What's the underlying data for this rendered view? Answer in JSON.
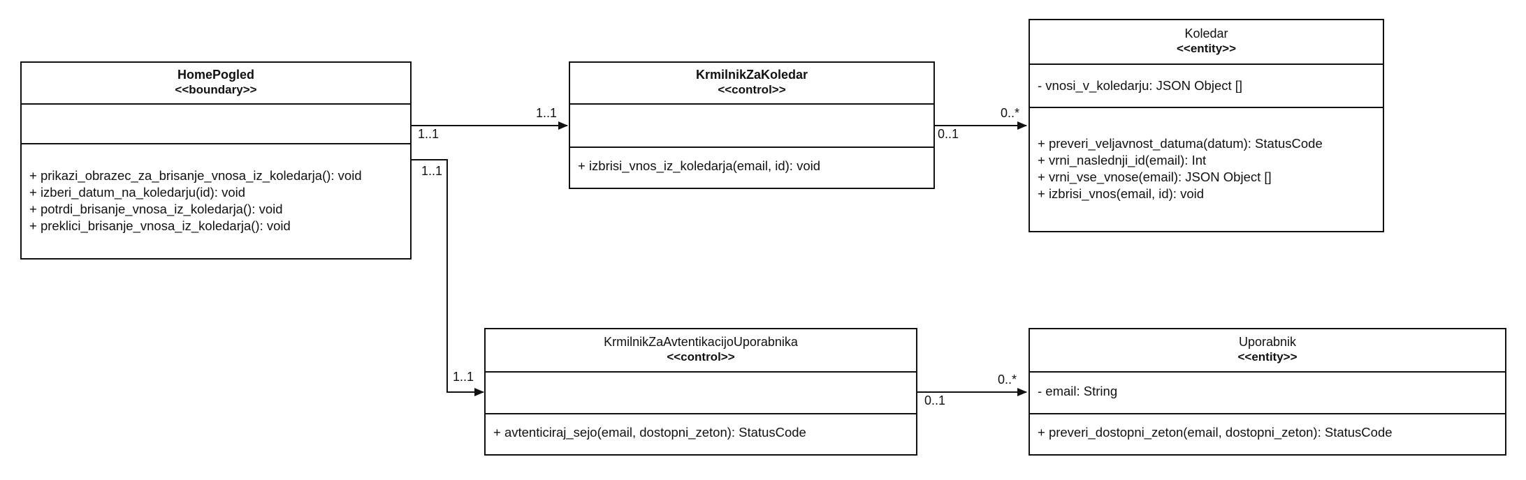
{
  "classes": {
    "home": {
      "name": "HomePogled",
      "stereotype": "<<boundary>>",
      "attributes": [],
      "operations": [
        "+ prikazi_obrazec_za_brisanje_vnosa_iz_koledarja(): void",
        "+ izberi_datum_na_koledarju(id): void",
        "+ potrdi_brisanje_vnosa_iz_koledarja(): void",
        "+ preklici_brisanje_vnosa_iz_koledarja(): void"
      ]
    },
    "krmilnik_koledar": {
      "name": "KrmilnikZaKoledar",
      "stereotype": "<<control>>",
      "attributes": [],
      "operations": [
        "+ izbrisi_vnos_iz_koledarja(email, id): void"
      ]
    },
    "koledar": {
      "name": "Koledar",
      "stereotype": "<<entity>>",
      "attributes": [
        "- vnosi_v_koledarju: JSON Object []"
      ],
      "operations": [
        "+ preveri_veljavnost_datuma(datum): StatusCode",
        "+ vrni_naslednji_id(email): Int",
        "+ vrni_vse_vnose(email): JSON Object []",
        "+ izbrisi_vnos(email, id): void"
      ]
    },
    "krmilnik_avt": {
      "name": "KrmilnikZaAvtentikacijoUporabnika",
      "stereotype": "<<control>>",
      "attributes": [],
      "operations": [
        "+ avtenticiraj_sejo(email, dostopni_zeton): StatusCode"
      ]
    },
    "uporabnik": {
      "name": "Uporabnik",
      "stereotype": "<<entity>>",
      "attributes": [
        "- email: String"
      ],
      "operations": [
        "+ preveri_dostopni_zeton(email, dostopni_zeton): StatusCode"
      ]
    }
  },
  "associations": {
    "home_koledarctl": {
      "source_mult": "1..1",
      "target_mult": "1..1"
    },
    "koledarctl_koledar": {
      "source_mult": "0..1",
      "target_mult": "0..*"
    },
    "home_avtctl": {
      "source_mult": "1..1",
      "target_mult": "1..1"
    },
    "avtctl_uporabnik": {
      "source_mult": "0..1",
      "target_mult": "0..*"
    }
  },
  "colors": {
    "line": "#111111",
    "background": "#ffffff"
  }
}
